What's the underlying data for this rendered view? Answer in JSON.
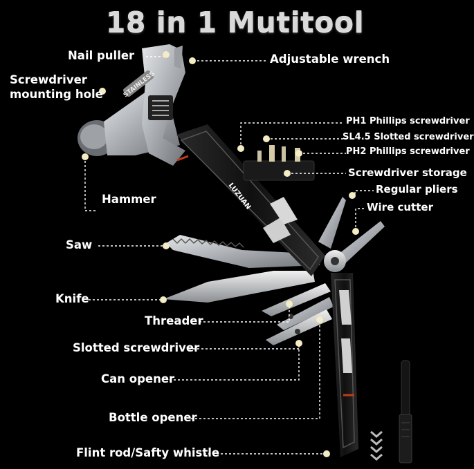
{
  "title": "18 in 1 Mutitool",
  "brand_mark": "LUZUAN",
  "hammer_stamp": "STAINLESS",
  "labels": {
    "nail_puller": "Nail puller",
    "screwdriver_hole_1": "Screwdriver",
    "screwdriver_hole_2": "mounting hole",
    "hammer": "Hammer",
    "saw": "Saw",
    "knife": "Knife",
    "threader": "Threader",
    "slotted_screwdriver": "Slotted screwdriver",
    "can_opener": "Can opener",
    "bottle_opener": "Bottle opener",
    "flint_rod": "Flint rod/Safty whistle",
    "adjustable_wrench": "Adjustable wrench",
    "ph1": "PH1 Phillips screwdriver",
    "sl45": "SL4.5 Slotted screwdriver",
    "ph2": "PH2 Phillips screwdriver",
    "screwdriver_storage": "Screwdriver storage",
    "regular_pliers": "Regular pliers",
    "wire_cutter": "Wire cutter"
  },
  "colors": {
    "background": "#000000",
    "leader_dot": "#e8e0b0",
    "leader_line": "#ffffff",
    "steel": "#b8bcc0",
    "handle": "#141414",
    "accent": "#c23a1a"
  }
}
